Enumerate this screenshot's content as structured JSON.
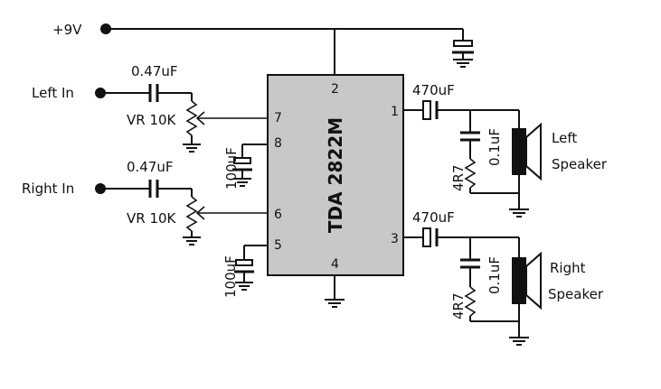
{
  "supply": "+9V",
  "ic": {
    "name": "TDA 2822M",
    "fill": "#c8c8c8"
  },
  "pins": {
    "p1": "1",
    "p2": "2",
    "p3": "3",
    "p4": "4",
    "p5": "5",
    "p6": "6",
    "p7": "7",
    "p8": "8"
  },
  "inputs": {
    "left": "Left In",
    "right": "Right In"
  },
  "input_caps": {
    "left": "0.47uF",
    "right": "0.47uF"
  },
  "pots": {
    "left": "VR 10K",
    "right": "VR 10K"
  },
  "decoupling": {
    "pin8": "100uF",
    "pin5": "100uF"
  },
  "output_caps": {
    "left": "470uF",
    "right": "470uF"
  },
  "zobel_caps": {
    "left": "0.1uF",
    "right": "0.1uF"
  },
  "zobel_resistors": {
    "left": "4R7",
    "right": "4R7"
  },
  "speakers": {
    "left": {
      "line1": "Left",
      "line2": "Speaker"
    },
    "right": {
      "line1": "Right",
      "line2": "Speaker"
    }
  }
}
